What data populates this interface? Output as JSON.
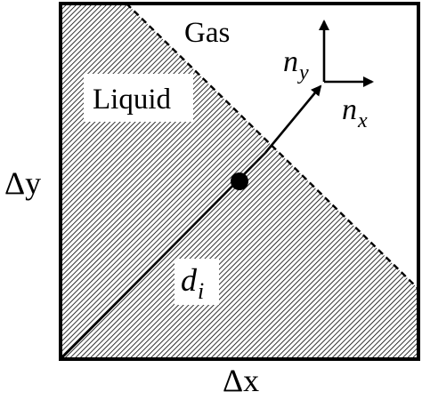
{
  "labels": {
    "gas": "Gas",
    "liquid": "Liquid",
    "delta_x": "Δx",
    "delta_y": "Δy",
    "distance": "d",
    "distance_subscript": "i",
    "normal_x": "n",
    "normal_x_subscript": "x",
    "normal_y": "n",
    "normal_y_subscript": "y"
  },
  "colors": {
    "liquid_hatch": "#000000",
    "background": "#ffffff",
    "ink": "#000000"
  }
}
